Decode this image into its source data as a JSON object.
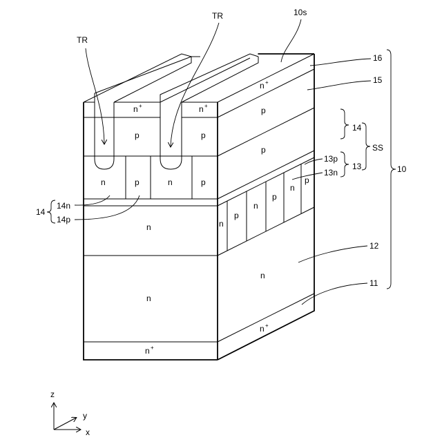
{
  "labels": {
    "tr_left": "TR",
    "tr_right": "TR",
    "surface": "10s",
    "ref_16": "16",
    "ref_15": "15",
    "ref_14": "14",
    "ref_ss": "SS",
    "ref_13p": "13p",
    "ref_13n": "13n",
    "ref_13": "13",
    "ref_10": "10",
    "ref_12": "12",
    "ref_11": "11",
    "ref_14_left": "14",
    "ref_14n": "14n",
    "ref_14p": "14p"
  },
  "regions": {
    "n_plus_source_1": "n",
    "n_plus_source_2": "n",
    "n_plus_top": "n",
    "n_plus_bottom_front": "n",
    "n_plus_bottom_side": "n",
    "plus_sign": "+",
    "p_front_1": "p",
    "p_front_2": "p",
    "pillar_front_n1": "n",
    "pillar_front_p1": "p",
    "pillar_front_n2": "n",
    "pillar_front_p2": "p",
    "drift_front": "n",
    "substrate_front": "n",
    "p_side_upper": "p",
    "p_side_lower": "p",
    "pillar_side_1": "n",
    "pillar_side_2": "p",
    "pillar_side_3": "n",
    "pillar_side_4": "p",
    "pillar_side_5": "n",
    "pillar_side_6": "p",
    "drift_side": "n"
  },
  "axes": {
    "z": "z",
    "y": "y",
    "x": "x"
  }
}
